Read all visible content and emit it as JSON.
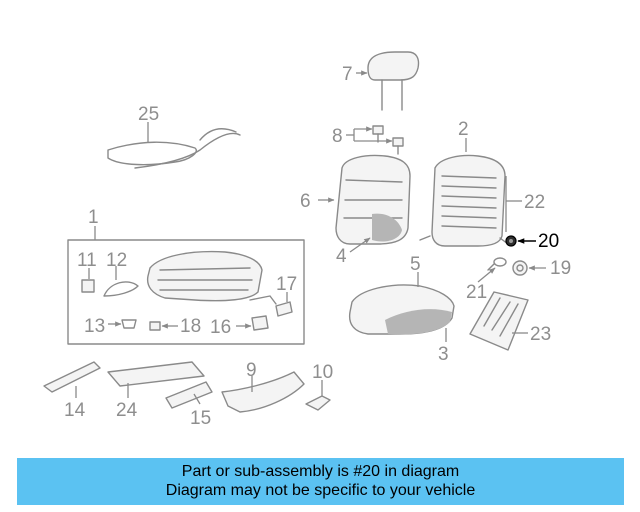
{
  "callouts": {
    "c1": "1",
    "c2": "2",
    "c3": "3",
    "c4": "4",
    "c5": "5",
    "c6": "6",
    "c7": "7",
    "c8": "8",
    "c9": "9",
    "c10": "10",
    "c11": "11",
    "c12": "12",
    "c13": "13",
    "c14": "14",
    "c15": "15",
    "c16": "16",
    "c17": "17",
    "c18": "18",
    "c19": "19",
    "c20": "20",
    "c21": "21",
    "c22": "22",
    "c23": "23",
    "c24": "24",
    "c25": "25"
  },
  "highlight": {
    "part": "20",
    "color": "#000000"
  },
  "caption": {
    "line1": "Part or sub-assembly is #20 in diagram",
    "line2": "Diagram may not be specific to your vehicle",
    "background": "#5bc2f2"
  }
}
